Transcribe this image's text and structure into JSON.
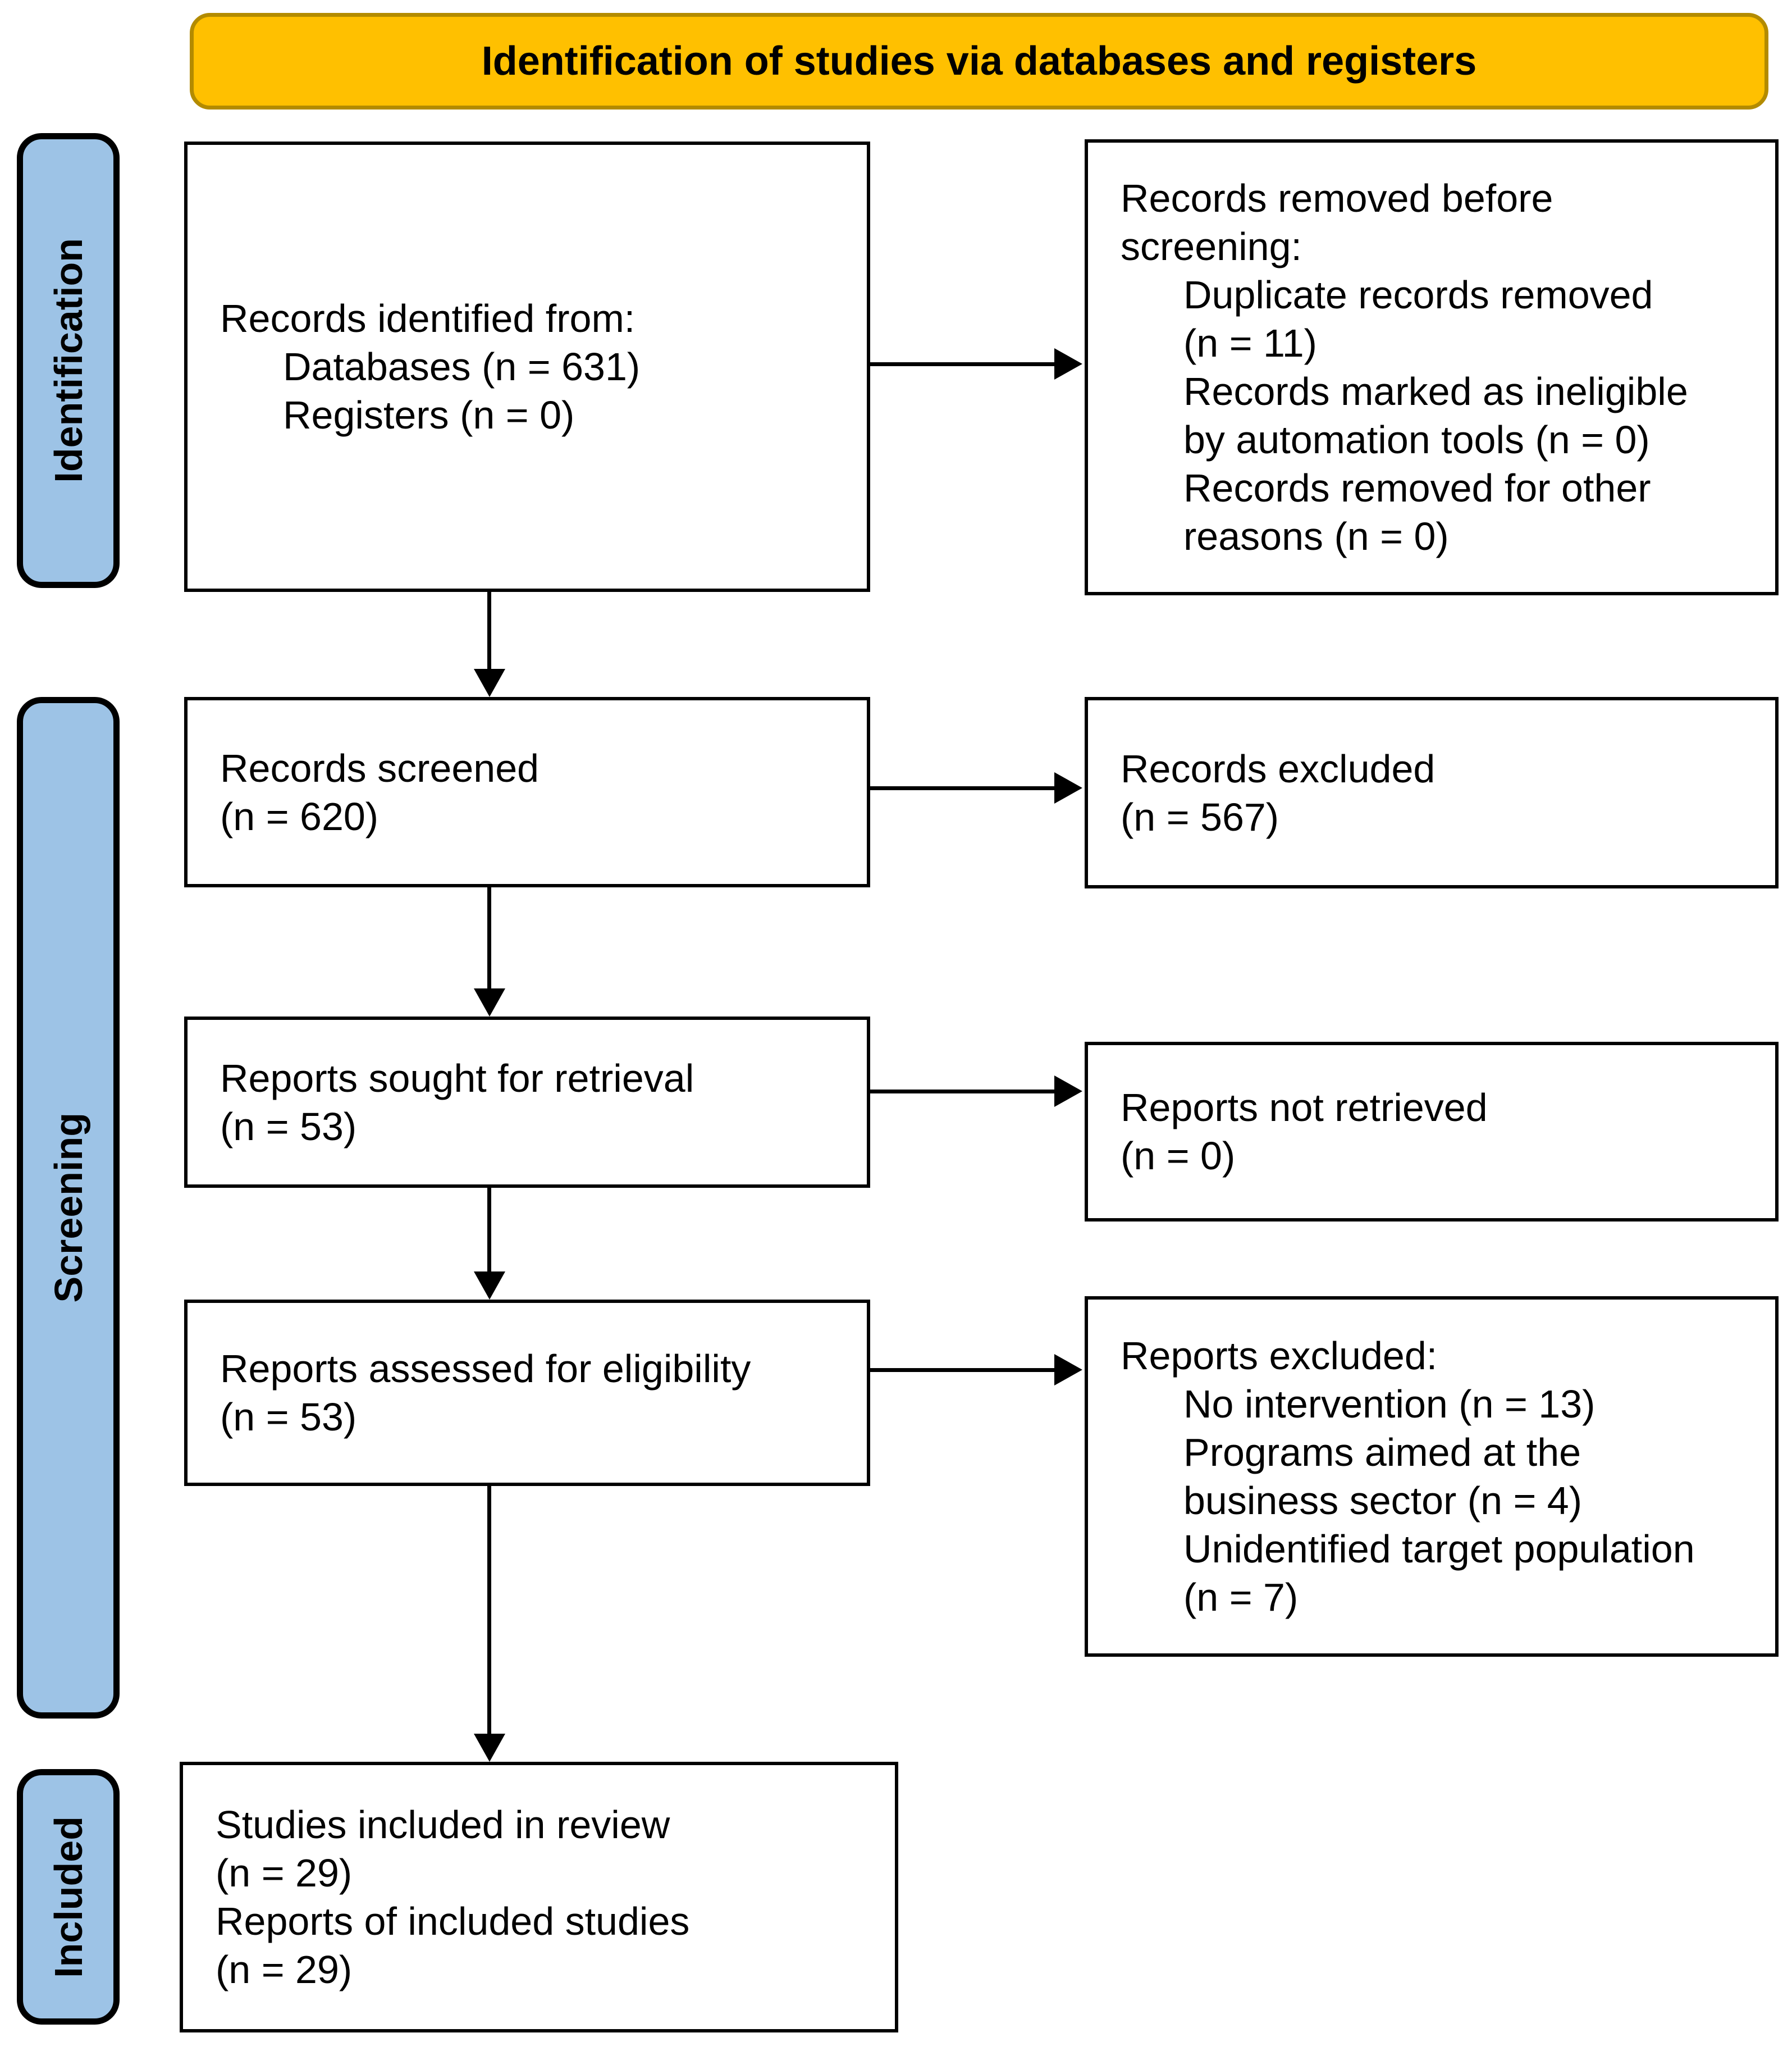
{
  "title_banner": {
    "text": "Identification of studies via databases and registers"
  },
  "colors": {
    "banner_bg": "#FFC000",
    "banner_border": "#B38B00",
    "stage_bg": "#9DC3E6",
    "stage_border": "#000000",
    "box_bg": "#FFFFFF",
    "box_border": "#000000",
    "arrow": "#000000",
    "text": "#000000"
  },
  "stages": [
    {
      "label": "Identification"
    },
    {
      "label": "Screening"
    },
    {
      "label": "Included"
    }
  ],
  "boxes": {
    "records_identified": {
      "lines": [
        "Records identified from:",
        "Databases (n = 631)",
        "Registers (n = 0)"
      ]
    },
    "records_removed": {
      "lines": [
        "Records removed before",
        "screening:",
        "Duplicate records removed",
        "(n = 11)",
        "Records marked as ineligible",
        "by automation tools (n = 0)",
        "Records removed for other",
        "reasons (n = 0)"
      ]
    },
    "records_screened": {
      "lines": [
        "Records screened",
        "(n = 620)"
      ]
    },
    "records_excluded": {
      "lines": [
        "Records excluded",
        "(n = 567)"
      ]
    },
    "reports_sought": {
      "lines": [
        "Reports sought for retrieval",
        "(n = 53)"
      ]
    },
    "reports_not_retrieved": {
      "lines": [
        "Reports not retrieved",
        "(n = 0)"
      ]
    },
    "reports_assessed": {
      "lines": [
        "Reports assessed for eligibility",
        "(n = 53)"
      ]
    },
    "reports_excluded": {
      "lines": [
        "Reports excluded:",
        "No intervention (n = 13)",
        "Programs aimed at the",
        "business sector (n = 4)",
        "Unidentified target population",
        "(n = 7)"
      ]
    },
    "studies_included": {
      "lines": [
        "Studies included in review",
        "(n = 29)",
        "Reports of included studies",
        "(n = 29)"
      ]
    }
  }
}
